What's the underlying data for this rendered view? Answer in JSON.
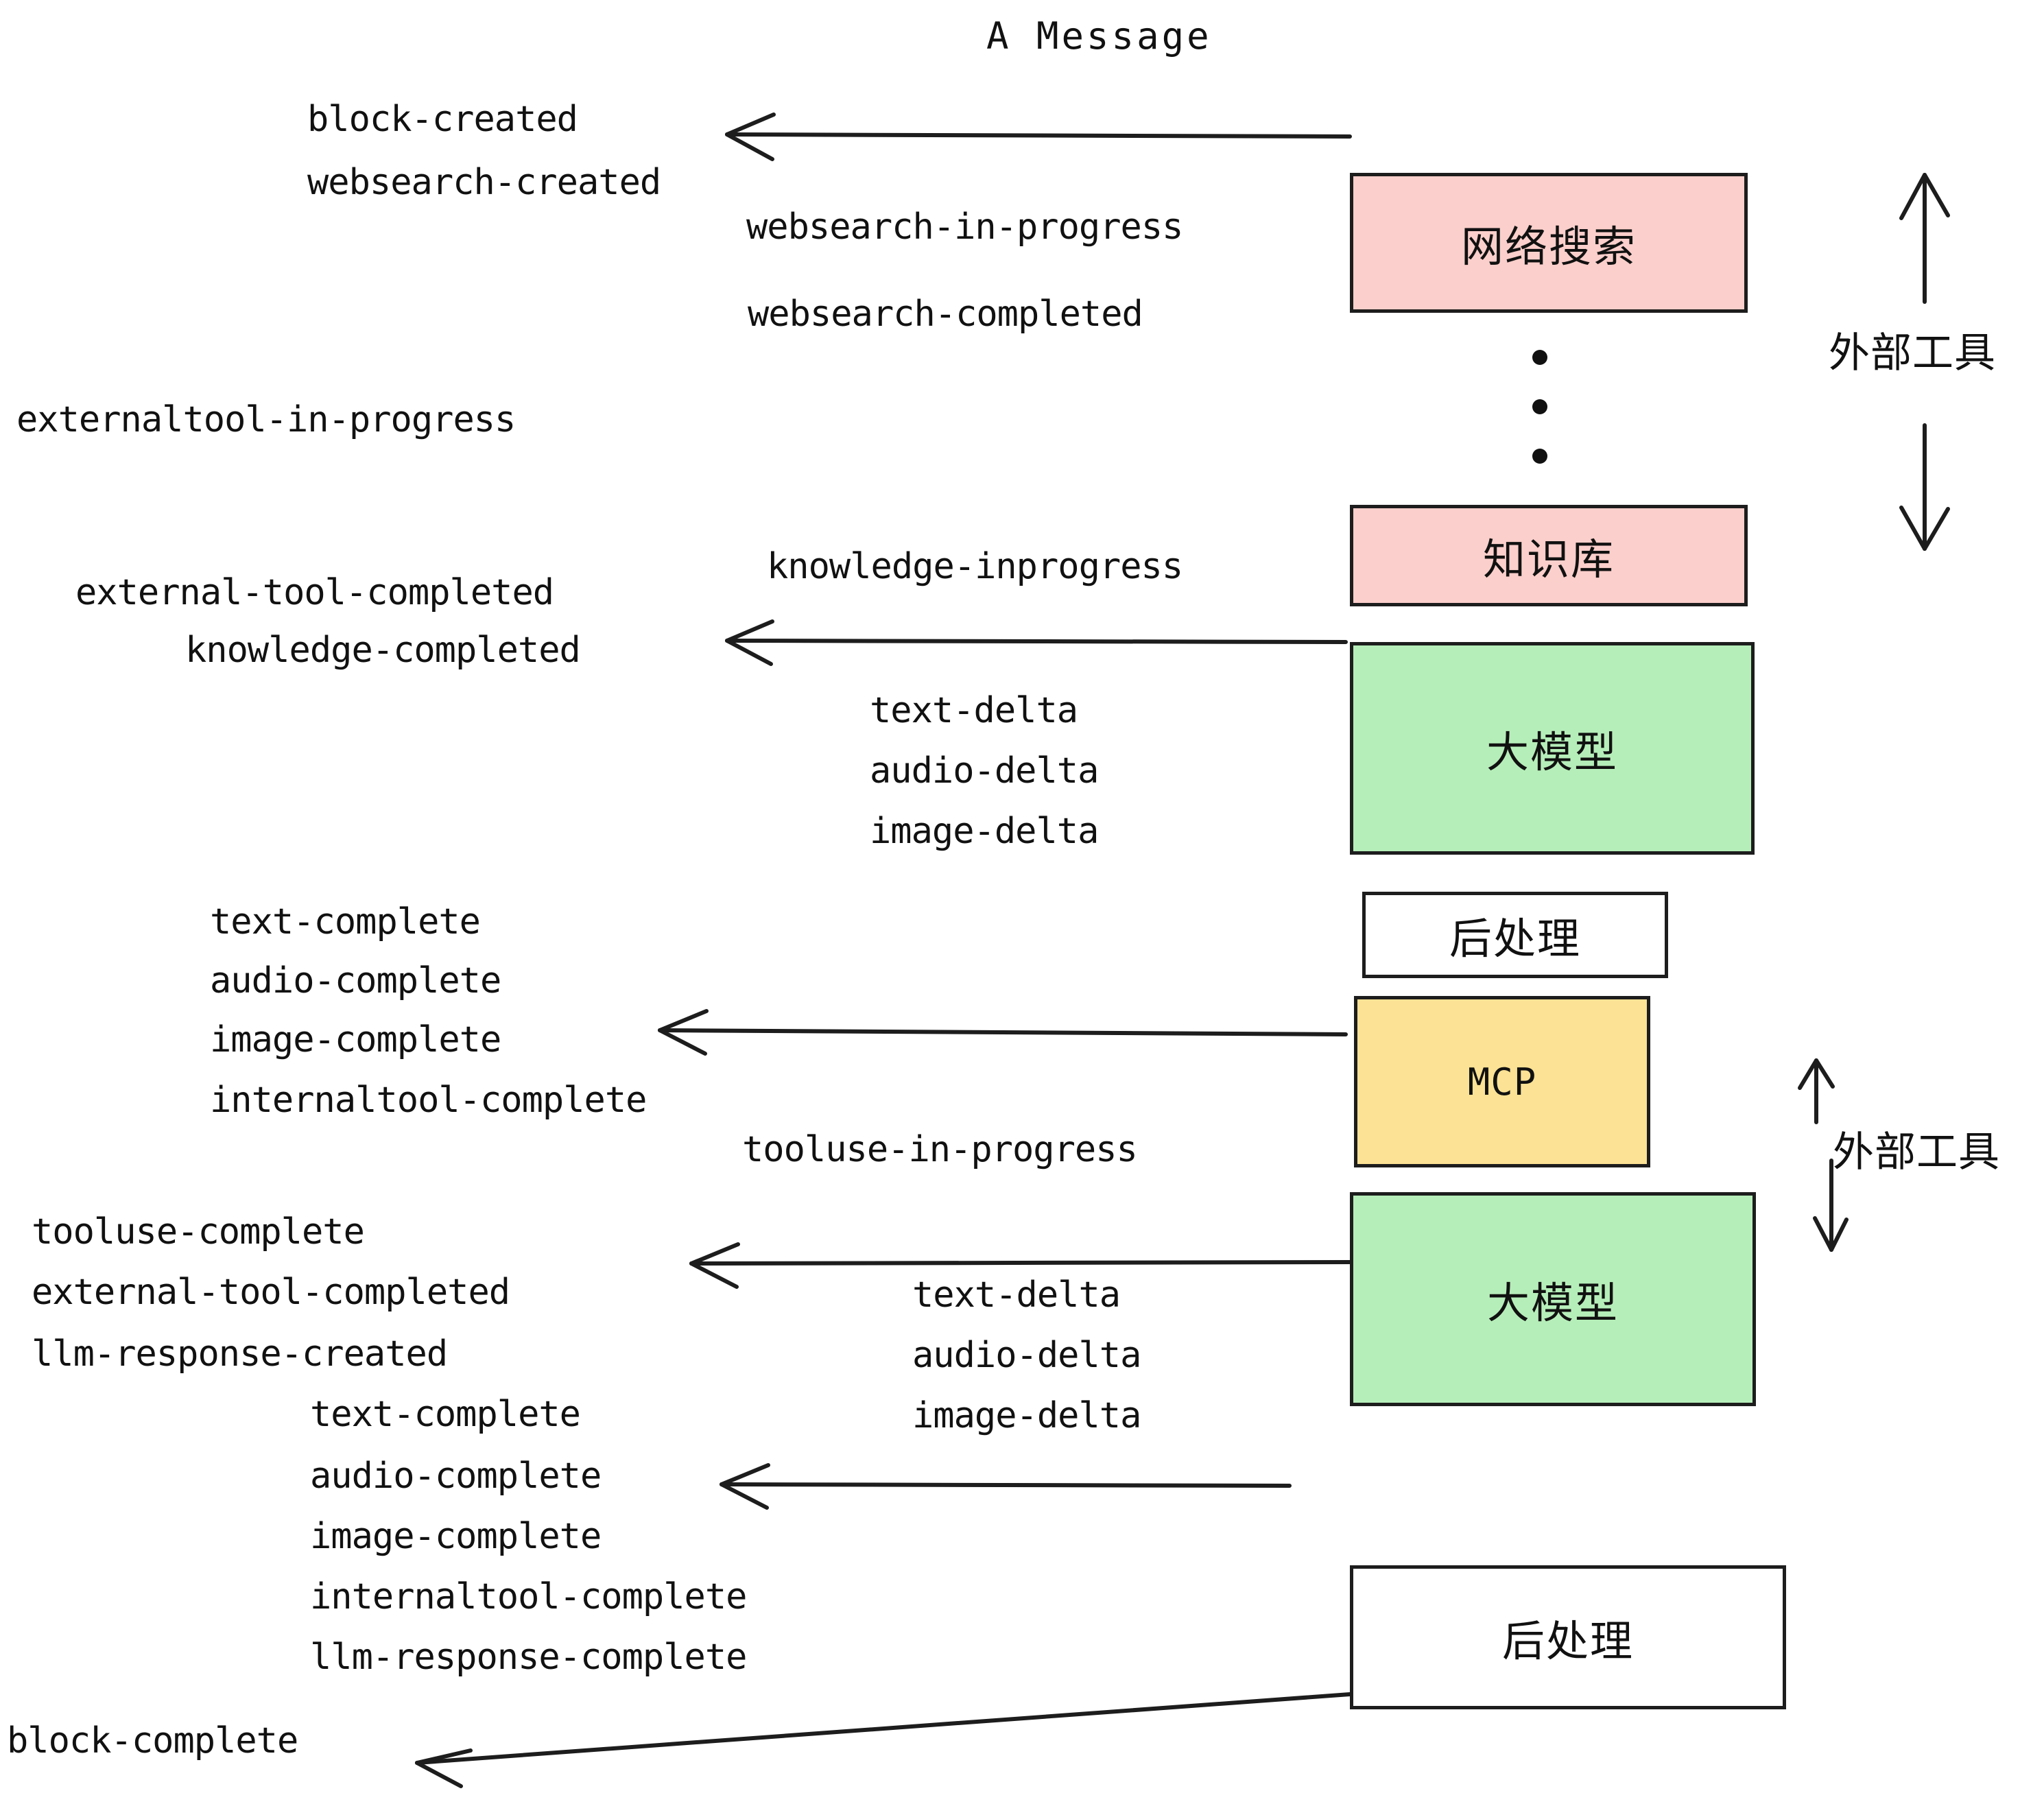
{
  "title": "A Message",
  "colors": {
    "external_tool_fill": "#fbcfcb",
    "llm_fill": "#b6eeb9",
    "mcp_fill": "#fbe294",
    "postprocess_fill": "#ffffff",
    "stroke": "#1d1d1d",
    "text": "#111111",
    "background": "#ffffff"
  },
  "nodes": [
    {
      "id": "websearch",
      "label": "网络搜索",
      "kind": "cjk",
      "fill": "#fbcfcb"
    },
    {
      "id": "knowledge",
      "label": "知识库",
      "kind": "cjk",
      "fill": "#fbcfcb"
    },
    {
      "id": "llm-1",
      "label": "大模型",
      "kind": "cjk",
      "fill": "#b6eeb9"
    },
    {
      "id": "postprocess-1",
      "label": "后处理",
      "kind": "cjk",
      "fill": "#ffffff"
    },
    {
      "id": "mcp",
      "label": "MCP",
      "kind": "latin",
      "fill": "#fbe294"
    },
    {
      "id": "llm-2",
      "label": "大模型",
      "kind": "cjk",
      "fill": "#b6eeb9"
    },
    {
      "id": "postprocess-2",
      "label": "后处理",
      "kind": "cjk",
      "fill": "#ffffff"
    }
  ],
  "side_labels": [
    {
      "id": "external-tool-top",
      "label": "外部工具"
    },
    {
      "id": "external-tool-bottom",
      "label": "外部工具"
    }
  ],
  "events": [
    {
      "id": "e01",
      "text": "block-created"
    },
    {
      "id": "e02",
      "text": "websearch-created"
    },
    {
      "id": "e03",
      "text": "websearch-in-progress"
    },
    {
      "id": "e04",
      "text": "websearch-completed"
    },
    {
      "id": "e05",
      "text": "externaltool-in-progress"
    },
    {
      "id": "e06",
      "text": "knowledge-inprogress"
    },
    {
      "id": "e07",
      "text": "external-tool-completed"
    },
    {
      "id": "e08",
      "text": "knowledge-completed"
    },
    {
      "id": "e09",
      "text": "text-delta"
    },
    {
      "id": "e10",
      "text": "audio-delta"
    },
    {
      "id": "e11",
      "text": "image-delta"
    },
    {
      "id": "e12",
      "text": "text-complete"
    },
    {
      "id": "e13",
      "text": "audio-complete"
    },
    {
      "id": "e14",
      "text": "image-complete"
    },
    {
      "id": "e15",
      "text": "internaltool-complete"
    },
    {
      "id": "e16",
      "text": "tooluse-in-progress"
    },
    {
      "id": "e17",
      "text": "tooluse-complete"
    },
    {
      "id": "e18",
      "text": "external-tool-completed"
    },
    {
      "id": "e19",
      "text": "llm-response-created"
    },
    {
      "id": "e20",
      "text": "text-delta"
    },
    {
      "id": "e21",
      "text": "audio-delta"
    },
    {
      "id": "e22",
      "text": "image-delta"
    },
    {
      "id": "e23",
      "text": "text-complete"
    },
    {
      "id": "e24",
      "text": "audio-complete"
    },
    {
      "id": "e25",
      "text": "image-complete"
    },
    {
      "id": "e26",
      "text": "internaltool-complete"
    },
    {
      "id": "e27",
      "text": "llm-response-complete"
    },
    {
      "id": "e28",
      "text": "block-complete"
    }
  ]
}
